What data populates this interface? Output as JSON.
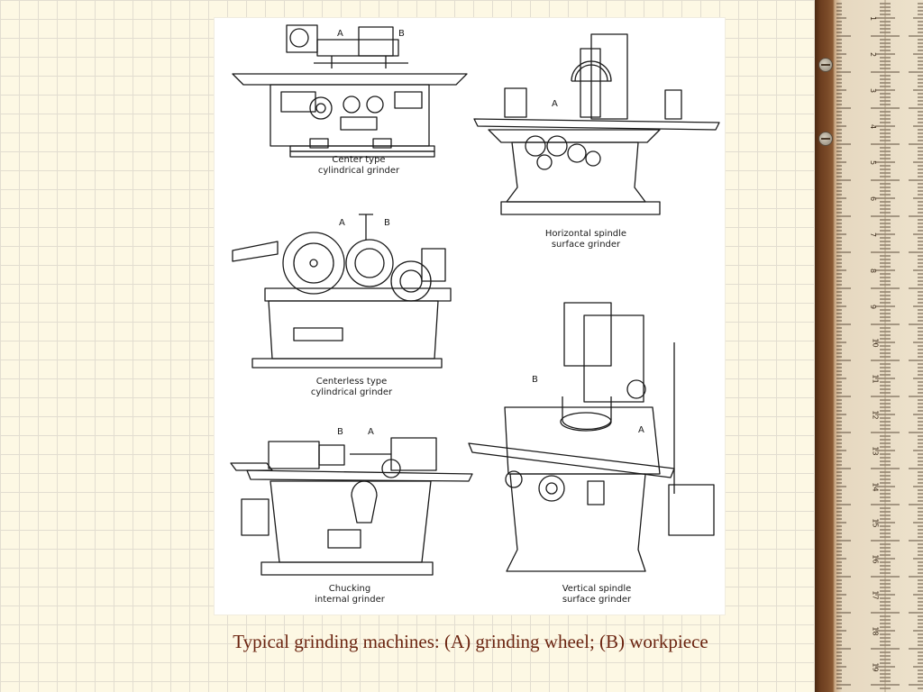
{
  "caption": "Typical grinding machines: (A) grinding wheel; (B) workpiece",
  "machines": [
    {
      "line1": "Center type",
      "line2": "cylindrical grinder"
    },
    {
      "line1": "Horizontal spindle",
      "line2": "surface grinder"
    },
    {
      "line1": "Centerless type",
      "line2": "cylindrical grinder"
    },
    {
      "line1": "Chucking",
      "line2": "internal grinder"
    },
    {
      "line1": "Vertical spindle",
      "line2": "surface grinder"
    }
  ],
  "part_letters": {
    "a": "A",
    "b": "B"
  },
  "ruler_numbers": [
    "1",
    "2",
    "3",
    "4",
    "5",
    "6",
    "7",
    "8",
    "9",
    "10",
    "11",
    "12",
    "13",
    "14",
    "15",
    "16",
    "17",
    "18",
    "19"
  ]
}
